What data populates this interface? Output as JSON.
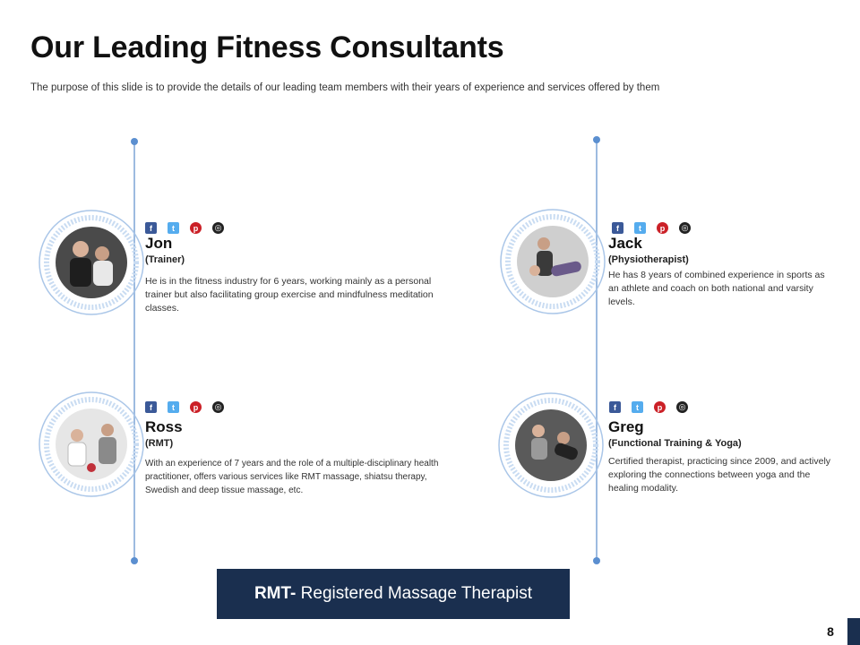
{
  "header": {
    "title": "Our Leading Fitness Consultants",
    "subtitle": "The purpose of this slide is to provide the details of our leading team members with their years of experience  and services offered by them"
  },
  "social_icons": [
    "facebook-icon",
    "twitter-icon",
    "pinterest-icon",
    "globe-icon"
  ],
  "consultants": [
    {
      "name": "Jon",
      "role": "(Trainer)",
      "description": "He is in the fitness industry for 6 years, working mainly as a personal trainer but also facilitating group exercise and mindfulness meditation classes."
    },
    {
      "name": "Jack",
      "role": "(Physiotherapist)",
      "description": "He has 8 years of combined experience in sports as an athlete and coach on both national and varsity levels."
    },
    {
      "name": "Ross",
      "role": "(RMT)",
      "description": "With an experience of 7 years and the role of a multiple-disciplinary health practitioner, offers various services like RMT massage, shiatsu therapy, Swedish and deep tissue massage, etc."
    },
    {
      "name": "Greg",
      "role": "(Functional Training & Yoga)",
      "description": "Certified therapist, practicing since 2009, and actively exploring the connections between yoga and the healing modality."
    }
  ],
  "footer": {
    "banner_bold": "RMT-",
    "banner_text": " Registered Massage Therapist",
    "page_number": "8"
  },
  "colors": {
    "accent_line": "#9dbbe0",
    "dot": "#5b8fd0",
    "banner_bg": "#1a2f4f"
  }
}
